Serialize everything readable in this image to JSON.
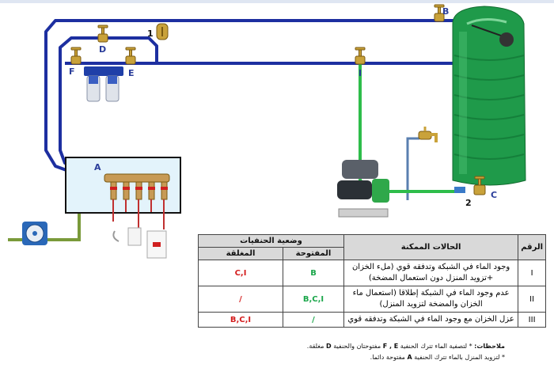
{
  "diagram": {
    "valve_labels": [
      "A",
      "B",
      "C",
      "D",
      "E",
      "F",
      "I"
    ],
    "pipe_numbers": [
      "1",
      "2"
    ]
  },
  "table": {
    "headers": {
      "number": "الرقم",
      "cases": "الحالات الممكنة",
      "valve_state": "وضعية الحنفيات",
      "open": "المفتوحة",
      "closed": "المغلقة"
    },
    "rows": [
      {
        "number": "I",
        "case": "وجود الماء في الشبكة وتدفقه قوي (ملء الخزان +تزويد المنزل دون استعمال المضخة)",
        "open": "B",
        "closed": "C,I"
      },
      {
        "number": "II",
        "case": "عدم وجود الماء في الشبكة إطلاقا (استعمال ماء الخزان والمضخة لتزويد المنزل)",
        "open": "B,C,I",
        "closed": "/"
      },
      {
        "number": "III",
        "case": "عزل الخزان مع وجود الماء في الشبكة وتدفقه قوي",
        "open": "/",
        "closed": "B,C,I"
      }
    ]
  },
  "notes": {
    "title": "ملاحظات:",
    "line1_pre": "* لتصفية الماء تترك الحنفية",
    "line1_valves": "F , E",
    "line1_mid": "مفتوحتان والحنفية",
    "line1_valve2": "D",
    "line1_post": "مغلقة.",
    "line2_pre": "* لتزويد المنزل بالماء تترك الحنفية",
    "line2_valve": "A",
    "line2_post": "مفتوحة دائما."
  },
  "colors": {
    "main_pipe": "#1d2fa0",
    "pump_pipe": "#2ebd4a",
    "inlet_pipe": "#7a9a3a",
    "tank": "#1f9a4a",
    "valve": "#c9a23a"
  }
}
